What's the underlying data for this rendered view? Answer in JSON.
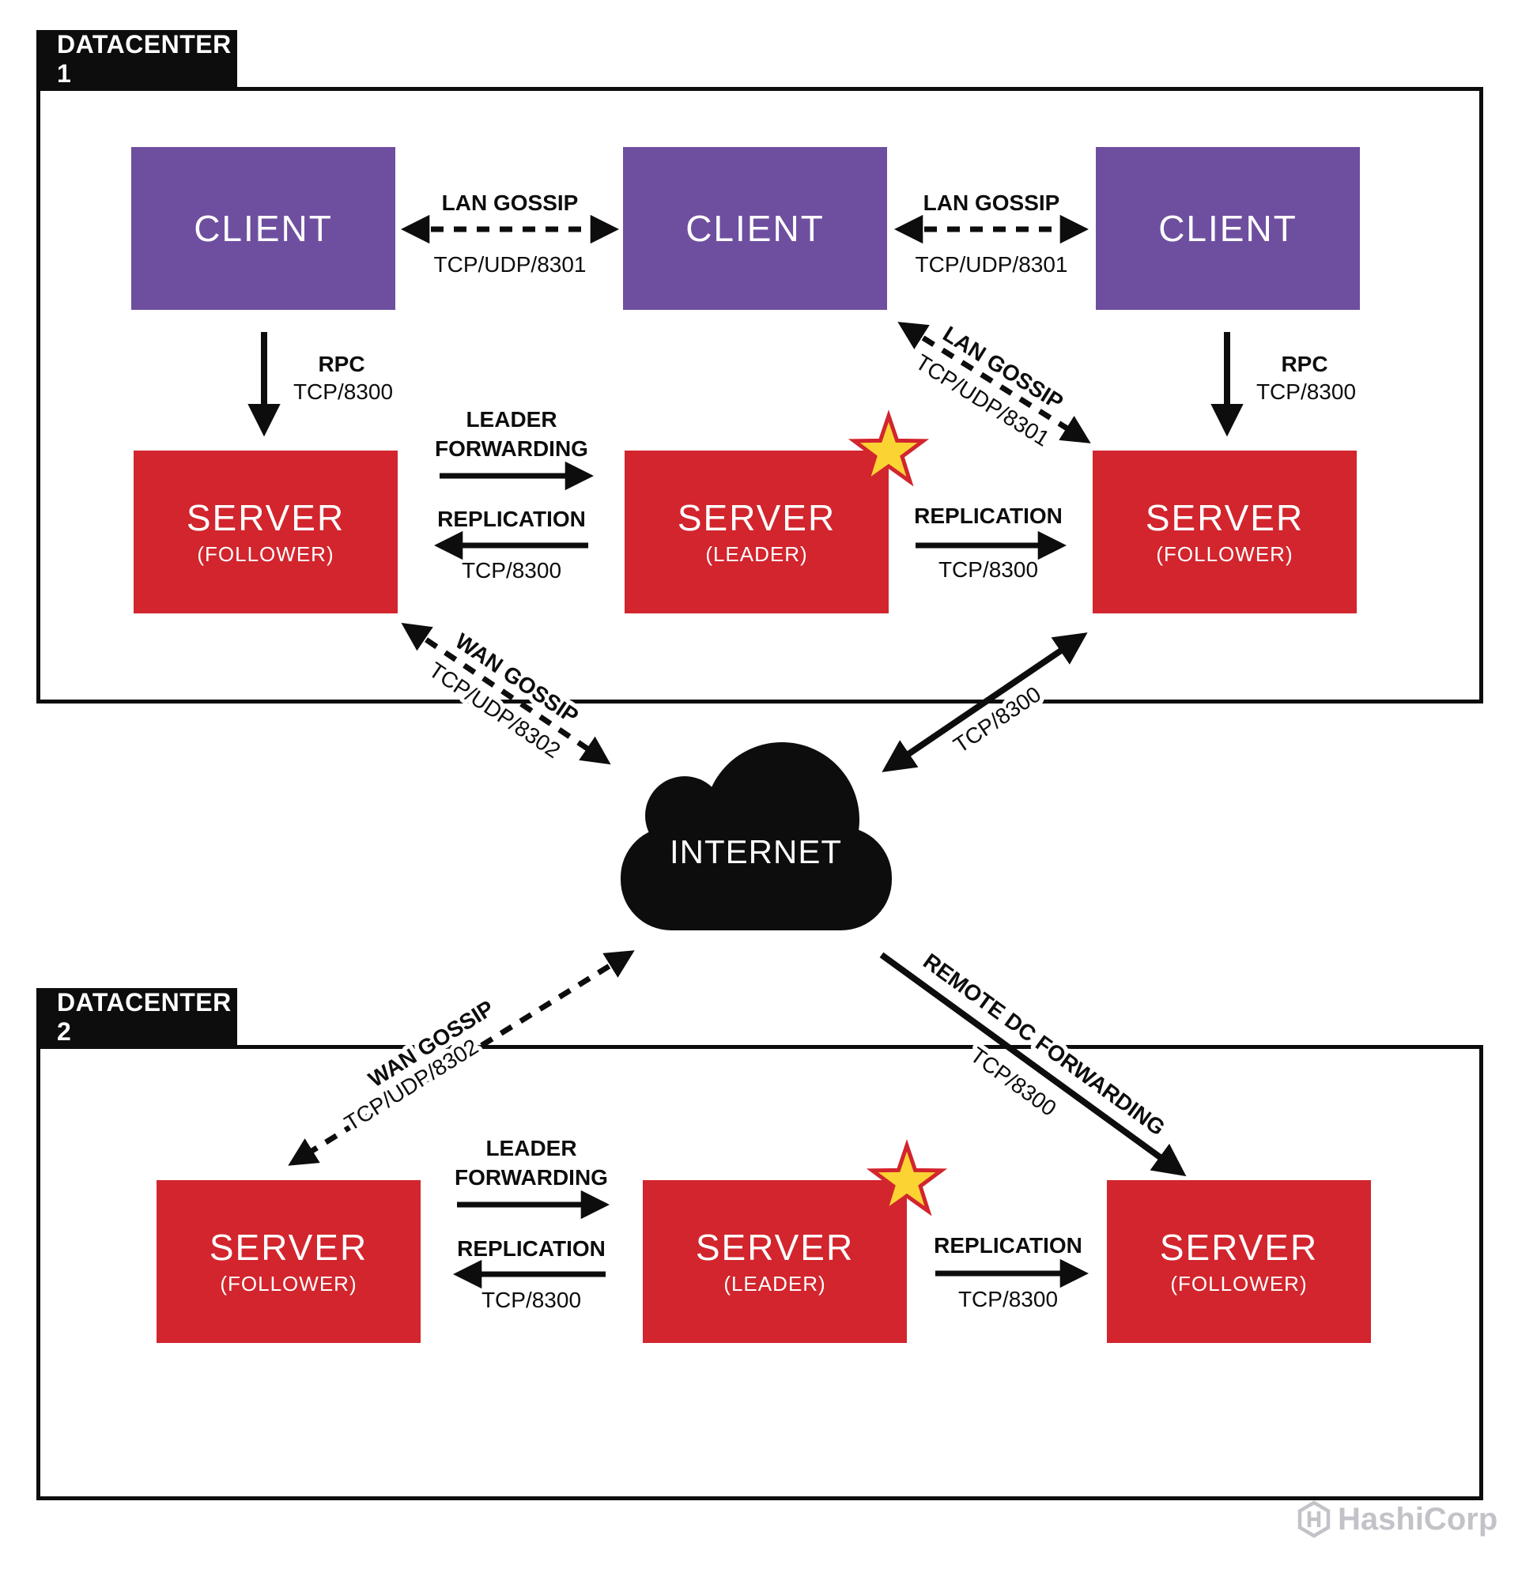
{
  "colors": {
    "client_purple": "#6e4f9f",
    "server_red": "#d2252d",
    "ink_black": "#0d0d0d",
    "star_yellow": "#fbd434",
    "logo_gray": "#c2c2c8"
  },
  "datacenter1": {
    "label": "DATACENTER 1",
    "clients": [
      {
        "label": "CLIENT"
      },
      {
        "label": "CLIENT"
      },
      {
        "label": "CLIENT"
      }
    ],
    "servers": [
      {
        "label": "SERVER",
        "role": "(FOLLOWER)"
      },
      {
        "label": "SERVER",
        "role": "(LEADER)"
      },
      {
        "label": "SERVER",
        "role": "(FOLLOWER)"
      }
    ]
  },
  "datacenter2": {
    "label": "DATACENTER 2",
    "servers": [
      {
        "label": "SERVER",
        "role": "(FOLLOWER)"
      },
      {
        "label": "SERVER",
        "role": "(LEADER)"
      },
      {
        "label": "SERVER",
        "role": "(FOLLOWER)"
      }
    ]
  },
  "internet": {
    "label": "INTERNET"
  },
  "connections": {
    "lan_gossip_1": {
      "label": "LAN GOSSIP",
      "port": "TCP/UDP/8301"
    },
    "lan_gossip_2": {
      "label": "LAN GOSSIP",
      "port": "TCP/UDP/8301"
    },
    "lan_gossip_diag": {
      "label": "LAN GOSSIP",
      "port": "TCP/UDP/8301"
    },
    "rpc_left": {
      "label": "RPC",
      "port": "TCP/8300"
    },
    "rpc_right": {
      "label": "RPC",
      "port": "TCP/8300"
    },
    "leader_forwarding_dc1": {
      "line1": "LEADER",
      "line2": "FORWARDING"
    },
    "replication_left_dc1": {
      "label": "REPLICATION",
      "port": "TCP/8300"
    },
    "replication_right_dc1": {
      "label": "REPLICATION",
      "port": "TCP/8300"
    },
    "wan_gossip_dc1": {
      "label": "WAN GOSSIP",
      "port": "TCP/UDP/8302"
    },
    "internet_rpc_dc1": {
      "port": "TCP/8300"
    },
    "wan_gossip_dc2": {
      "label": "WAN GOSSIP",
      "port": "TCP/UDP/8302"
    },
    "remote_dc_forwarding": {
      "label": "REMOTE DC FORWARDING",
      "port": "TCP/8300"
    },
    "leader_forwarding_dc2": {
      "line1": "LEADER",
      "line2": "FORWARDING"
    },
    "replication_left_dc2": {
      "label": "REPLICATION",
      "port": "TCP/8300"
    },
    "replication_right_dc2": {
      "label": "REPLICATION",
      "port": "TCP/8300"
    }
  },
  "branding": {
    "name": "HashiCorp"
  }
}
